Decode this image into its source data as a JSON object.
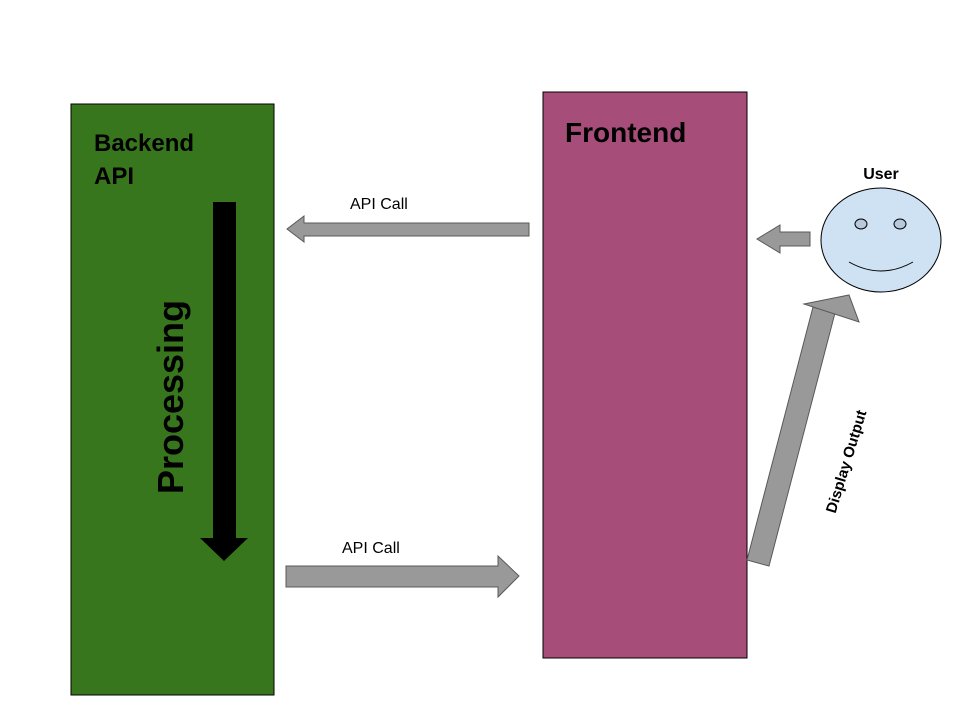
{
  "diagram": {
    "backend": {
      "title_line1": "Backend",
      "title_line2": "API",
      "color": "#38761d",
      "processing_label": "Processing"
    },
    "frontend": {
      "title": "Frontend",
      "color": "#a64d79"
    },
    "user": {
      "label": "User",
      "face_color": "#cfe2f3"
    },
    "arrows": {
      "api_call_top": "API Call",
      "api_call_bottom": "API Call",
      "display_output": "Display Output",
      "arrow_color": "#999999",
      "processing_arrow_color": "#000000"
    }
  }
}
